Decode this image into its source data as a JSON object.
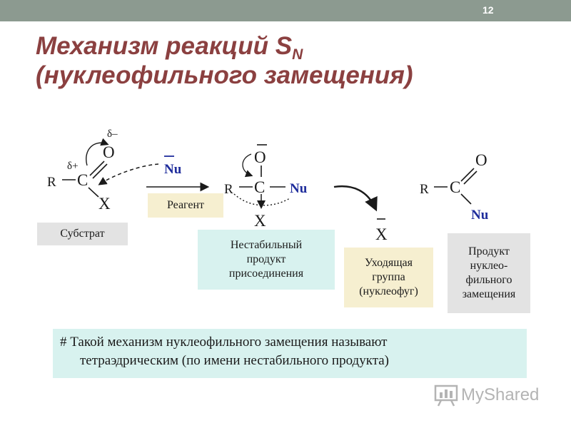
{
  "slide_number": "12",
  "title": {
    "line1_main": "Механизм реакций S",
    "line1_sub": "N",
    "line2": "(нуклеофильного замещения)"
  },
  "labels": {
    "substrate": "Субстрат",
    "reagent": "Реагент",
    "unstable_line1": "Нестабильный",
    "unstable_line2": "продукт",
    "unstable_line3": "присоединения",
    "leaving_line1": "Уходящая",
    "leaving_line2": "группа",
    "leaving_line3": "(нуклеофуг)",
    "product_line1": "Продукт",
    "product_line2": "нуклео-",
    "product_line3": "фильного",
    "product_line4": "замещения"
  },
  "chem": {
    "O": "O",
    "C": "C",
    "R": "R",
    "X": "X",
    "Nu": "Nu",
    "delta_minus": "δ–",
    "delta_plus": "δ+",
    "bar": "–"
  },
  "note": {
    "line1": "# Такой механизм нуклеофильного замещения называют",
    "line2": "тетраэдрическим (по имени нестабильного продукта)"
  },
  "watermark": "MyShared",
  "colors": {
    "title": "#8b4040",
    "nu": "#1f2d9c",
    "note_bg": "#d8f2ef",
    "topbar": "#8c9a90"
  }
}
